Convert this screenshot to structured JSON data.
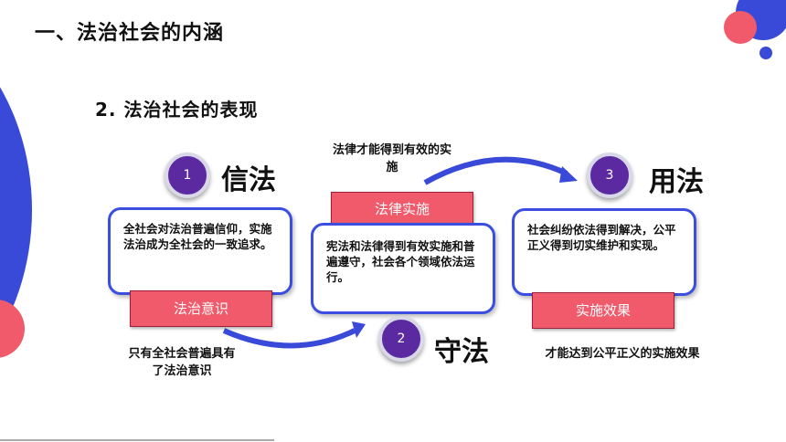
{
  "title": "一、法治社会的内涵",
  "subtitle": "2.  法治社会的表现",
  "steps": [
    {
      "number": "1",
      "heading": "信法",
      "box_text": "全社会对法治普遍信仰，实施法治成为全社会的一致追求。",
      "label": "法治意识",
      "note": "只有全社会普遍具有了法治意识"
    },
    {
      "number": "2",
      "heading": "守法",
      "box_text": "宪法和法律得到有效实施和普遍遵守，社会各个领域依法运行。",
      "label": "法律实施",
      "note": "法律才能得到有效的实施"
    },
    {
      "number": "3",
      "heading": "用法",
      "box_text": "社会纠纷依法得到解决，公平正义得到切实维护和实现。",
      "label": "实施效果",
      "note": "才能达到公平正义的实施效果"
    }
  ],
  "colors": {
    "accent_blue": "#3b4ee0",
    "accent_red": "#f05a6a",
    "circle_purple": "#5b2aa0"
  }
}
